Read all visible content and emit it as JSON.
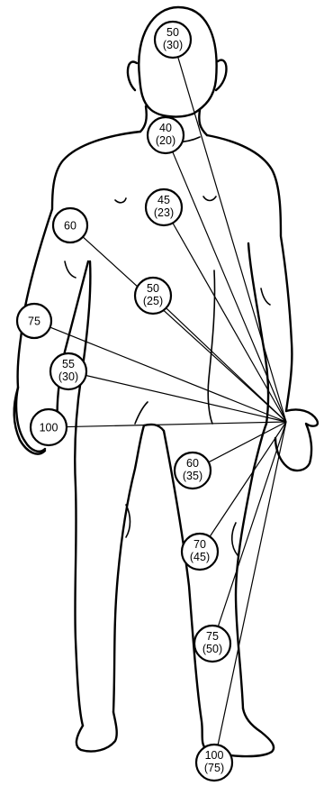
{
  "figure": {
    "markers": [
      {
        "id": "head",
        "value": "50",
        "sub": "(30)"
      },
      {
        "id": "neck",
        "value": "40",
        "sub": "(20)"
      },
      {
        "id": "chest",
        "value": "45",
        "sub": "(23)"
      },
      {
        "id": "upper-arm",
        "value": "60",
        "sub": ""
      },
      {
        "id": "abdomen",
        "value": "50",
        "sub": "(25)"
      },
      {
        "id": "forearm",
        "value": "75",
        "sub": ""
      },
      {
        "id": "hip",
        "value": "55",
        "sub": "(30)"
      },
      {
        "id": "hand",
        "value": "100",
        "sub": ""
      },
      {
        "id": "thigh",
        "value": "60",
        "sub": "(35)"
      },
      {
        "id": "knee",
        "value": "70",
        "sub": "(45)"
      },
      {
        "id": "shin",
        "value": "75",
        "sub": "(50)"
      },
      {
        "id": "foot",
        "value": "100",
        "sub": "(75)"
      }
    ]
  }
}
